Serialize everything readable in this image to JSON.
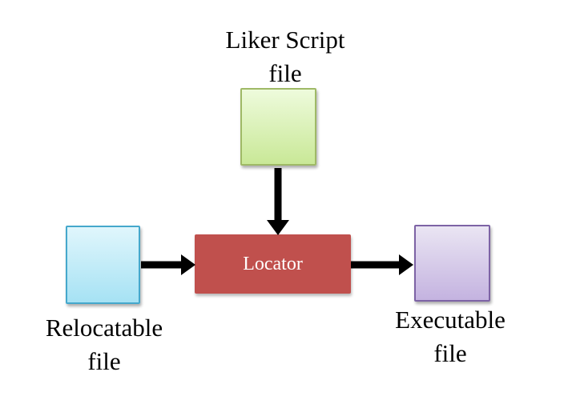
{
  "diagram": {
    "nodes": {
      "linker_script": {
        "label": "Liker Script\nfile"
      },
      "relocatable": {
        "label": "Relocatable\nfile"
      },
      "locator": {
        "label": "Locator"
      },
      "executable": {
        "label": "Executable\nfile"
      }
    },
    "arrows": [
      {
        "name": "script-to-locator",
        "direction": "down"
      },
      {
        "name": "relocatable-to-locator",
        "direction": "right"
      },
      {
        "name": "locator-to-executable",
        "direction": "right"
      }
    ],
    "colors": {
      "background": "#ffffff",
      "label_text": "#000000",
      "script_box_top": "#eefbdc",
      "script_box_bottom": "#c9e897",
      "script_box_border": "#9fb966",
      "relocatable_box_top": "#e0f6fc",
      "relocatable_box_bottom": "#a6e2f4",
      "relocatable_box_border": "#45a8cc",
      "executable_box_top": "#eae5f3",
      "executable_box_bottom": "#c4b3e0",
      "executable_box_border": "#7d63a5",
      "locator_box_fill": "#c0504d",
      "locator_text": "#ffffff",
      "arrow": "#000000"
    }
  }
}
